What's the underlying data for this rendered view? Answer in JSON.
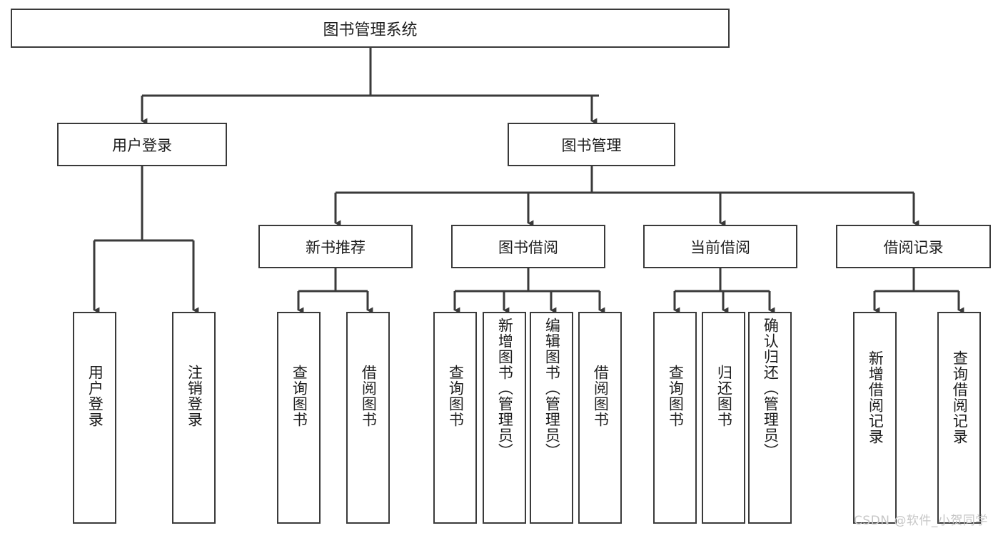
{
  "diagram": {
    "title": "图书管理系统",
    "type": "hierarchy-tree",
    "root": {
      "label": "图书管理系统"
    },
    "level1": [
      {
        "label": "用户登录"
      },
      {
        "label": "图书管理"
      }
    ],
    "level2": [
      {
        "label": "新书推荐"
      },
      {
        "label": "图书借阅"
      },
      {
        "label": "当前借阅"
      },
      {
        "label": "借阅记录"
      }
    ],
    "leaves": {
      "user_login": [
        {
          "label": "用户登录"
        },
        {
          "label": "注销登录"
        }
      ],
      "new_book_recommend": [
        {
          "label": "查询图书"
        },
        {
          "label": "借阅图书"
        }
      ],
      "book_borrow": [
        {
          "label": "查询图书"
        },
        {
          "label": "新增图书（管理员）"
        },
        {
          "label": "编辑图书（管理员）"
        },
        {
          "label": "借阅图书"
        }
      ],
      "current_borrow": [
        {
          "label": "查询图书"
        },
        {
          "label": "归还图书"
        },
        {
          "label": "确认归还（管理员）"
        }
      ],
      "borrow_record": [
        {
          "label": "新增借阅记录"
        },
        {
          "label": "查询借阅记录"
        }
      ]
    }
  },
  "watermark": {
    "text": "CSDN @软件_小贺同学"
  },
  "colors": {
    "line": "#3a3a3a",
    "box_fill": "#ffffff",
    "text": "#1d1d1d",
    "watermark": "#c6c6c6",
    "background": "#ffffff"
  }
}
